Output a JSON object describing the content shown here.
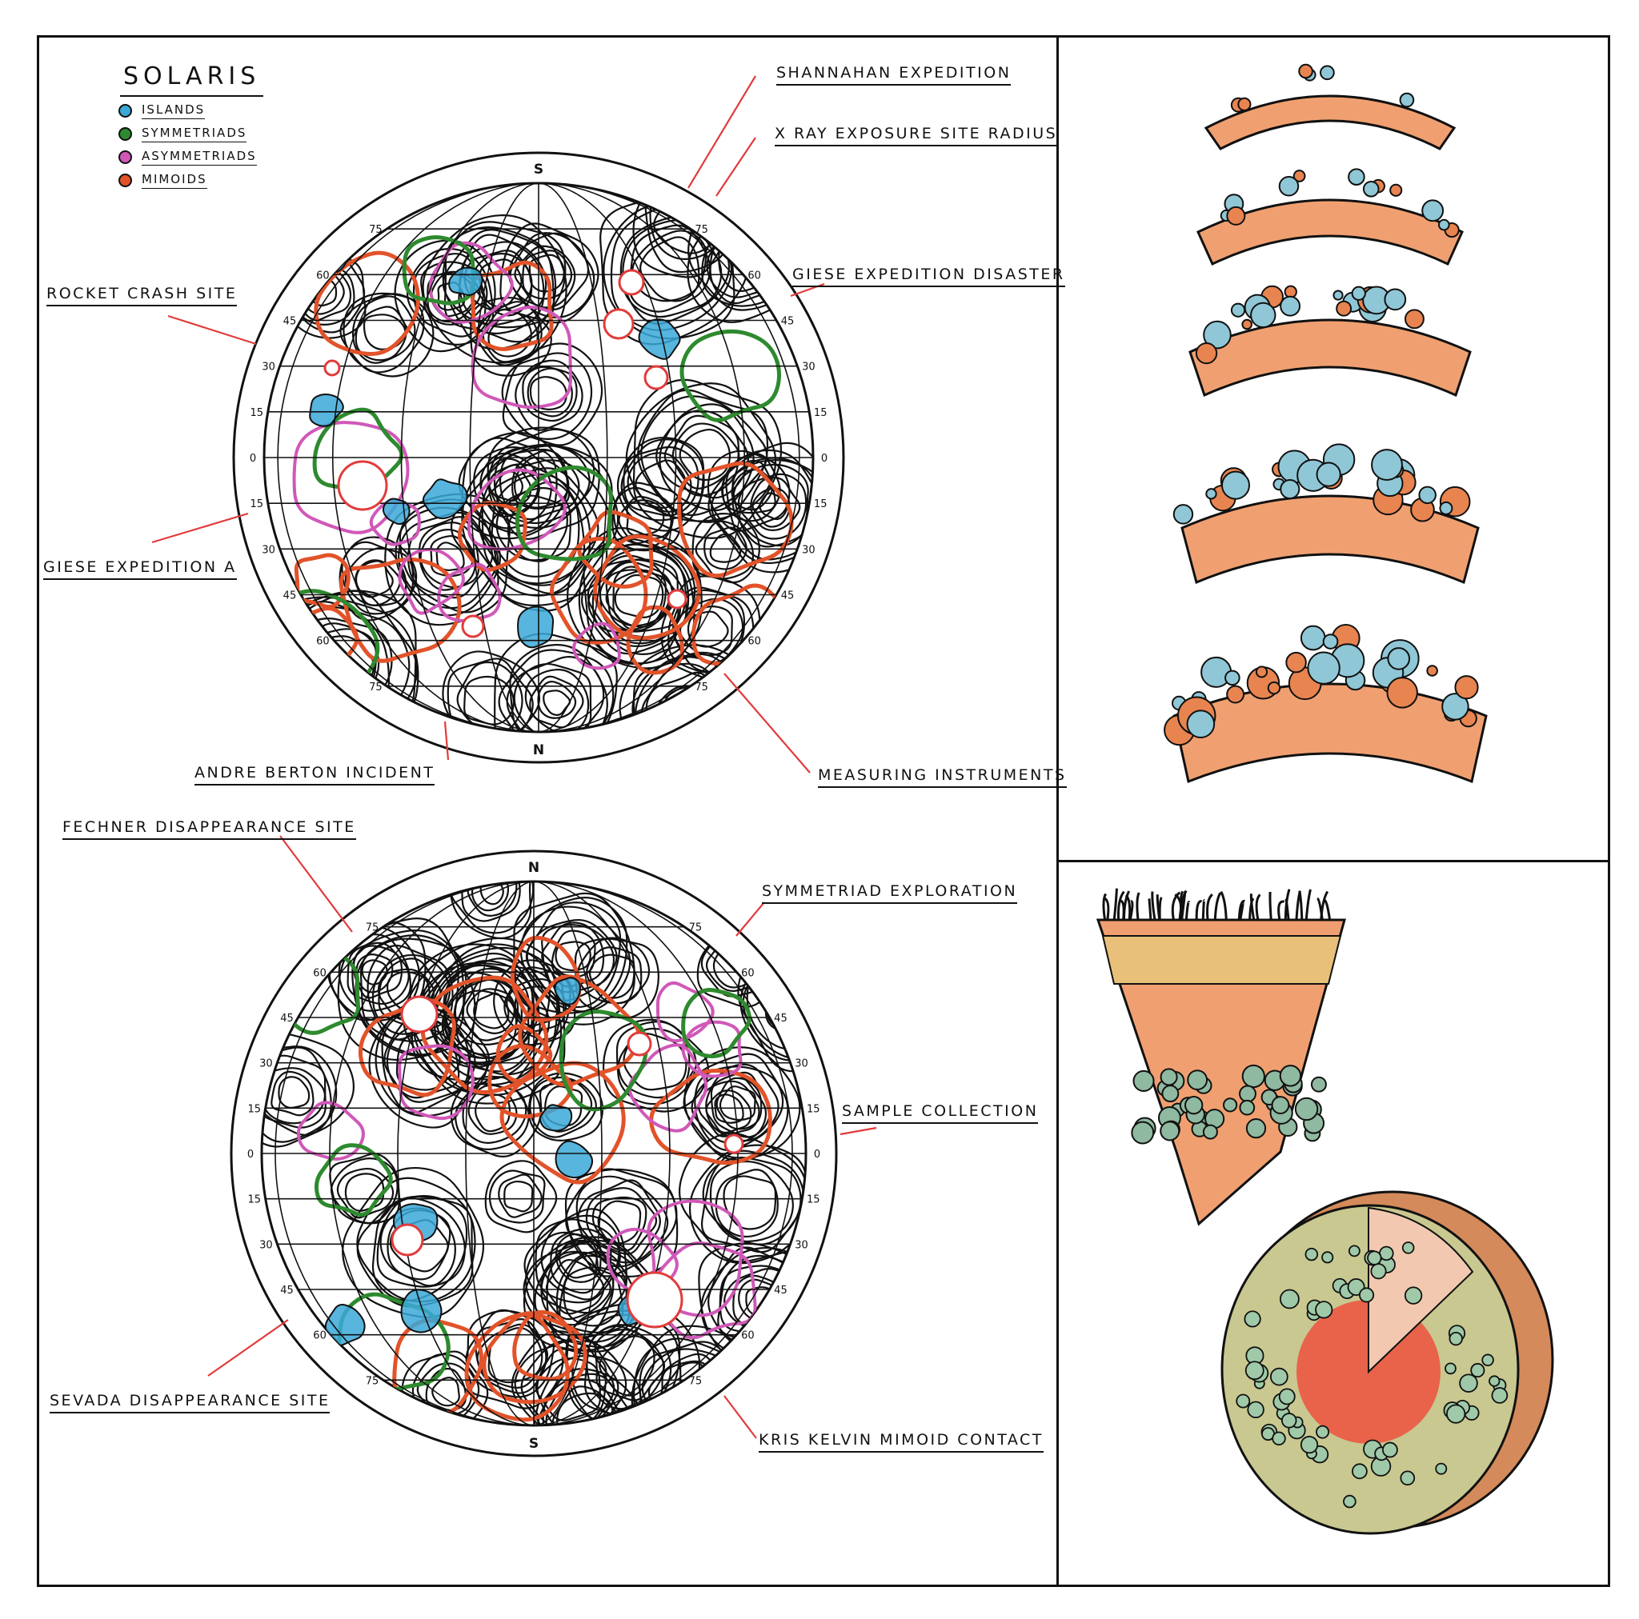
{
  "title": "SOLARIS",
  "legend": [
    {
      "label": "ISLANDS",
      "color": "#3aa8d8"
    },
    {
      "label": "SYMMETRIADS",
      "color": "#2e8a2e"
    },
    {
      "label": "ASYMMETRIADS",
      "color": "#d058b8"
    },
    {
      "label": "MIMOIDS",
      "color": "#e2532a"
    }
  ],
  "colors": {
    "island": "#3aa8d8",
    "symmetriad": "#2e8a2e",
    "asymmetriad": "#d058b8",
    "mimoid": "#e2532a",
    "site_marker": "#e23b3b",
    "ink": "#111111"
  },
  "globe_top": {
    "top_pole": "S",
    "bottom_pole": "N",
    "latitude_labels": [
      "75",
      "60",
      "45",
      "30",
      "15",
      "0",
      "15",
      "30",
      "45",
      "60",
      "75"
    ],
    "sites": {
      "shannahan": "SHANNAHAN EXPEDITION",
      "xray": "X RAY EXPOSURE SITE RADIUS",
      "giese_disaster": "GIESE EXPEDITION DISASTER",
      "rocket": "ROCKET CRASH SITE",
      "giese_a": "GIESE EXPEDITION A",
      "berton": "ANDRE BERTON INCIDENT",
      "instruments": "MEASURING INSTRUMENTS"
    }
  },
  "globe_bottom": {
    "top_pole": "N",
    "bottom_pole": "S",
    "latitude_labels": [
      "75",
      "60",
      "45",
      "30",
      "15",
      "0",
      "15",
      "30",
      "45",
      "60",
      "75"
    ],
    "sites": {
      "fechner": "FECHNER DISAPPEARANCE SITE",
      "symmetriad": "SYMMETRIAD EXPLORATION",
      "sample": "SAMPLE COLLECTION",
      "sevada": "SEVADA DISAPPEARANCE SITE",
      "kelvin": "KRIS KELVIN MIMOID CONTACT"
    }
  },
  "panels": {
    "arc_stages_icon": "mimoid-growth-stages",
    "cross_section_icon": "ocean-cross-section",
    "planet_cutaway_icon": "planet-cutaway"
  }
}
